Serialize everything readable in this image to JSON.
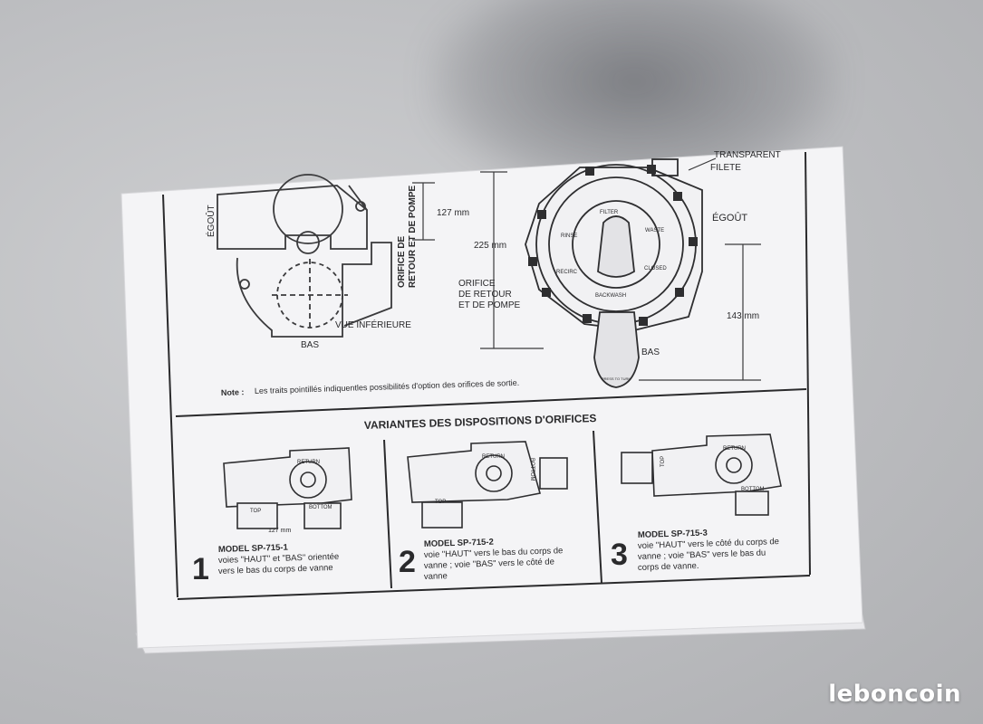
{
  "top_section": {
    "egout_left": "ÉGOÛT",
    "egout_right": "ÉGOÛT",
    "orifice_vertical_1": "ORIFICE DE",
    "orifice_vertical_2": "RETOUR ET DE POMPE",
    "dim_127": "127 mm",
    "dim_225": "225 mm",
    "dim_143": "143 mm",
    "dim_127_small": "127 mm",
    "orifice_retour_1": "ORIFICE",
    "orifice_retour_2": "DE RETOUR",
    "orifice_retour_3": "ET DE POMPE",
    "vue_inferieure": "VUE INFÉRIEURE",
    "bas_left": "BAS",
    "bas_right": "BAS",
    "transparent": "TRANSPARENT",
    "filete": "FILETE",
    "valve_labels": {
      "filter": "FILTER",
      "rinse": "RINSE",
      "waste": "WASTE",
      "recirc": "RECIRC",
      "closed": "CLOSED",
      "backwash": "BACKWASH",
      "press_to_turn": "PRESS TO TURN"
    },
    "note_label": "Note :",
    "note_text": "Les traits pointillés indiquentles possibilités d'option des orifices de sortie."
  },
  "variants": {
    "title": "VARIANTES DES DISPOSITIONS D'ORIFICES",
    "items": [
      {
        "number": "1",
        "model": "MODEL SP-715-1",
        "line1": "voies \"HAUT\" et \"BAS\" orientée",
        "line2": "vers le bas du corps de vanne",
        "line3": ""
      },
      {
        "number": "2",
        "model": "MODEL SP-715-2",
        "line1": "voie \"HAUT\" vers le bas du corps de",
        "line2": "vanne ; voie \"BAS\" vers le côté de",
        "line3": "vanne"
      },
      {
        "number": "3",
        "model": "MODEL SP-715-3",
        "line1": "voie \"HAUT\" vers le côté du corps de",
        "line2": "vanne ; voie \"BAS\" vers le bas du",
        "line3": "corps de vanne."
      }
    ],
    "port_labels": {
      "top": "TOP",
      "bottom": "BOTTOM",
      "return": "RETURN"
    }
  },
  "watermark": "leboncoin",
  "colors": {
    "paper": "#f4f4f6",
    "ink": "#2a2a2c",
    "background": "#bebfc2"
  }
}
